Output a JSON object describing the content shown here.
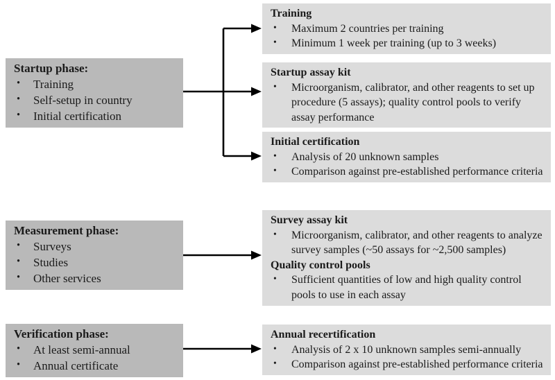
{
  "diagram": {
    "bullet_glyph": "•",
    "colors": {
      "left_box_bg": "#b9b9b9",
      "right_box_bg": "#dcdcdc",
      "arrow": "#000000"
    },
    "phases": [
      {
        "title": "Startup phase:",
        "items": [
          "Training",
          "Self-setup in country",
          "Initial certification"
        ]
      },
      {
        "title": "Measurement phase:",
        "items": [
          "Surveys",
          "Studies",
          "Other services"
        ]
      },
      {
        "title": "Verification phase:",
        "items": [
          "At least semi-annual",
          "Annual certificate"
        ]
      }
    ],
    "details": [
      {
        "sections": [
          {
            "title": "Training",
            "items": [
              "Maximum 2 countries per training",
              "Minimum 1 week per training (up to 3 weeks)"
            ]
          }
        ]
      },
      {
        "sections": [
          {
            "title": "Startup assay kit",
            "items": [
              "Microorganism, calibrator, and other reagents to set up procedure (5 assays); quality control pools to verify assay performance"
            ]
          }
        ]
      },
      {
        "sections": [
          {
            "title": "Initial certification",
            "items": [
              "Analysis of 20 unknown samples",
              "Comparison against pre-established performance criteria"
            ]
          }
        ]
      },
      {
        "sections": [
          {
            "title": "Survey assay kit",
            "items": [
              "Microorganism, calibrator, and other reagents to analyze survey samples (~50 assays for ~2,500 samples)"
            ]
          },
          {
            "title": "Quality control pools",
            "items": [
              "Sufficient quantities of low and high quality control pools to use in each assay"
            ]
          }
        ]
      },
      {
        "sections": [
          {
            "title": "Annual recertification",
            "items": [
              "Analysis of 2 x 10 unknown samples semi-annually",
              "Comparison against pre-established performance criteria"
            ]
          }
        ]
      }
    ]
  }
}
